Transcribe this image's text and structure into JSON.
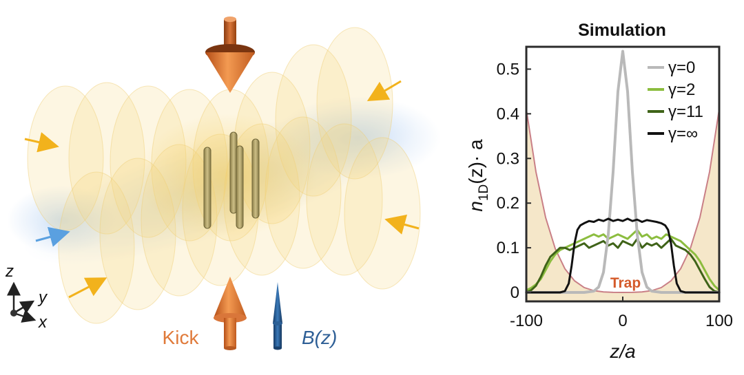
{
  "illustration": {
    "kick_label": "Kick",
    "field_label": "B(z)",
    "axes": {
      "z": "z",
      "y": "y",
      "x": "x"
    },
    "colors": {
      "beam": "#f7d77a",
      "beam_glow": "#9ec3ee",
      "kick_arrow": "#e27d35",
      "field_arrow": "#1f4f84",
      "laser_arrow_yellow": "#f2b21c",
      "laser_arrow_blue": "#5aa0e0",
      "atom_tube": "#a89a62"
    }
  },
  "chart_data": {
    "type": "line",
    "title": "Simulation",
    "xlabel": "z/a",
    "ylabel": "n1D(z)· a",
    "ylabel_parts": {
      "n": "n",
      "sub": "1D",
      "rest": "(z)· a"
    },
    "xlim": [
      -100,
      100
    ],
    "ylim": [
      -0.02,
      0.55
    ],
    "xticks": [
      -100,
      0,
      100
    ],
    "yticks": [
      0,
      0.1,
      0.2,
      0.3,
      0.4,
      0.5
    ],
    "xtick_labels": [
      "-100",
      "0",
      "100"
    ],
    "ytick_labels": [
      "0",
      "0.1",
      "0.2",
      "0.3",
      "0.4",
      "0.5"
    ],
    "legend_position": "top-right",
    "annotation": {
      "text": "Trap",
      "x": 2,
      "y": 0.02,
      "color": "#d45a2a"
    },
    "trap": {
      "color": "#c97f86",
      "fill": "#f3e3bf",
      "values_description_free": true,
      "x": [
        -100,
        -90,
        -80,
        -70,
        -60,
        -50,
        -40,
        -30,
        -20,
        -10,
        0,
        10,
        20,
        30,
        40,
        50,
        60,
        70,
        80,
        90,
        100
      ],
      "y": [
        0.41,
        0.27,
        0.168,
        0.098,
        0.053,
        0.026,
        0.011,
        0.004,
        0.0012,
        0.0002,
        0,
        0.0002,
        0.0012,
        0.004,
        0.011,
        0.026,
        0.053,
        0.098,
        0.168,
        0.27,
        0.41
      ]
    },
    "series": [
      {
        "name": "γ=0",
        "color": "#b9b9b9",
        "width": 4,
        "x": [
          -100,
          -60,
          -40,
          -30,
          -25,
          -20,
          -15,
          -10,
          -5,
          0,
          5,
          10,
          15,
          20,
          25,
          30,
          40,
          60,
          100
        ],
        "y": [
          0,
          0,
          0,
          0.003,
          0.012,
          0.045,
          0.13,
          0.27,
          0.45,
          0.54,
          0.45,
          0.27,
          0.13,
          0.045,
          0.012,
          0.003,
          0,
          0,
          0
        ]
      },
      {
        "name": "γ=2",
        "color": "#8cbd3f",
        "width": 3,
        "x": [
          -100,
          -95,
          -90,
          -85,
          -80,
          -75,
          -70,
          -65,
          -60,
          -55,
          -50,
          -45,
          -40,
          -35,
          -30,
          -25,
          -20,
          -15,
          -10,
          -5,
          0,
          5,
          10,
          15,
          20,
          25,
          30,
          35,
          40,
          45,
          50,
          55,
          60,
          65,
          70,
          75,
          80,
          85,
          90,
          95,
          100
        ],
        "y": [
          0.005,
          0.01,
          0.018,
          0.03,
          0.05,
          0.07,
          0.085,
          0.095,
          0.1,
          0.105,
          0.11,
          0.115,
          0.12,
          0.125,
          0.13,
          0.125,
          0.13,
          0.12,
          0.125,
          0.13,
          0.125,
          0.12,
          0.13,
          0.14,
          0.125,
          0.13,
          0.12,
          0.125,
          0.12,
          0.13,
          0.125,
          0.12,
          0.115,
          0.105,
          0.095,
          0.085,
          0.07,
          0.05,
          0.03,
          0.015,
          0.005
        ]
      },
      {
        "name": "γ=11",
        "color": "#3f6318",
        "width": 3,
        "x": [
          -100,
          -95,
          -90,
          -85,
          -80,
          -75,
          -70,
          -65,
          -60,
          -55,
          -50,
          -45,
          -40,
          -35,
          -30,
          -25,
          -20,
          -15,
          -10,
          -5,
          0,
          5,
          10,
          15,
          20,
          25,
          30,
          35,
          40,
          45,
          50,
          55,
          60,
          65,
          70,
          75,
          80,
          85,
          90,
          95,
          100
        ],
        "y": [
          0,
          0.005,
          0.015,
          0.035,
          0.06,
          0.08,
          0.09,
          0.1,
          0.1,
          0.095,
          0.1,
          0.105,
          0.11,
          0.1,
          0.105,
          0.11,
          0.115,
          0.105,
          0.11,
          0.1,
          0.115,
          0.11,
          0.105,
          0.12,
          0.1,
          0.11,
          0.105,
          0.11,
          0.1,
          0.11,
          0.12,
          0.105,
          0.1,
          0.095,
          0.085,
          0.07,
          0.05,
          0.03,
          0.012,
          0.003,
          0
        ]
      },
      {
        "name": "γ=∞",
        "color": "#111111",
        "width": 3,
        "x": [
          -100,
          -65,
          -60,
          -56,
          -53,
          -50,
          -47,
          -44,
          -40,
          -35,
          -30,
          -25,
          -20,
          -15,
          -10,
          -5,
          0,
          5,
          10,
          15,
          20,
          25,
          30,
          35,
          40,
          44,
          47,
          50,
          53,
          56,
          60,
          65,
          100
        ],
        "y": [
          0,
          0,
          0.003,
          0.02,
          0.06,
          0.11,
          0.14,
          0.15,
          0.155,
          0.16,
          0.158,
          0.163,
          0.16,
          0.165,
          0.16,
          0.163,
          0.16,
          0.165,
          0.16,
          0.163,
          0.158,
          0.162,
          0.16,
          0.158,
          0.155,
          0.15,
          0.14,
          0.11,
          0.06,
          0.02,
          0.003,
          0,
          0
        ]
      }
    ]
  }
}
